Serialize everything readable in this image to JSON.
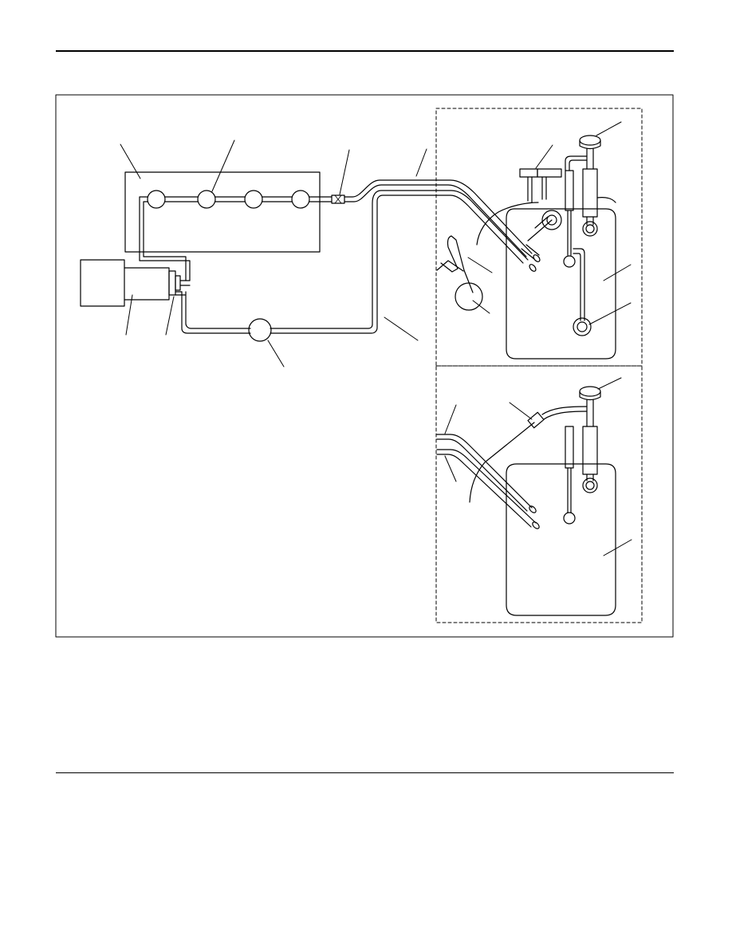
{
  "page": {
    "header_rule": "",
    "footer_rule": ""
  },
  "figure": {
    "callout_labels": [],
    "regions": [
      "engine-and-fuel-tank-vapor-schematic",
      "upper-detail-view",
      "lower-detail-view"
    ]
  },
  "colors": {
    "ink": "#000000",
    "background": "#ffffff"
  }
}
